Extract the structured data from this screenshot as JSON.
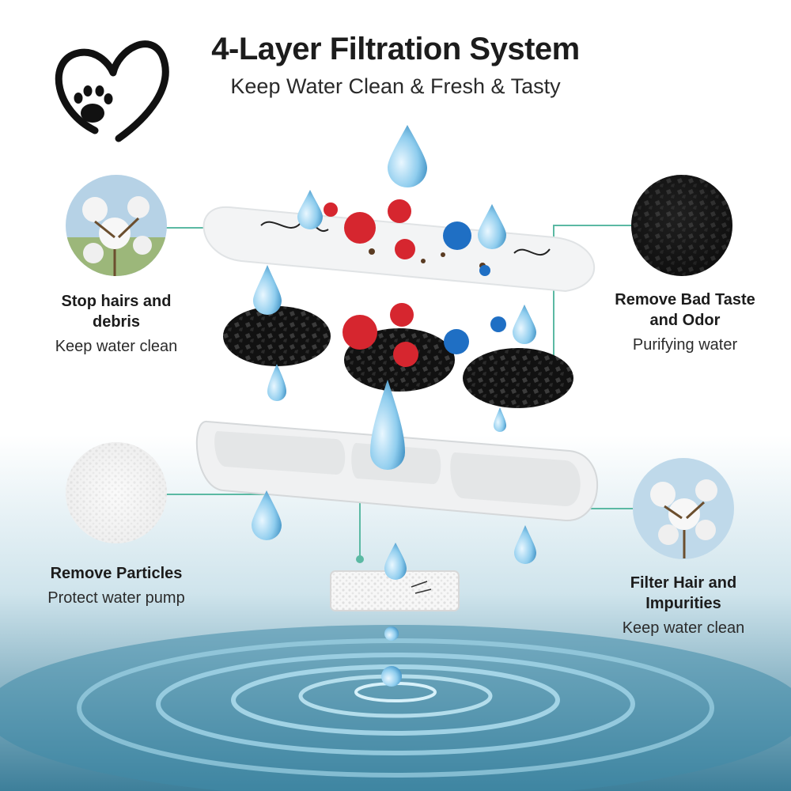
{
  "header": {
    "title": "4-Layer Filtration System",
    "subtitle": "Keep Water Clean & Fresh & Tasty"
  },
  "features": [
    {
      "title_line1": "Stop hairs and",
      "title_line2": "debris",
      "subtitle": "Keep water clean",
      "material": "cotton-icon"
    },
    {
      "title_line1": "Remove Bad Taste",
      "title_line2": "and Odor",
      "subtitle": "Purifying water",
      "material": "activated-carbon-icon"
    },
    {
      "title_line1": "Remove Particles",
      "title_line2": "",
      "subtitle": "Protect water pump",
      "material": "foam-icon"
    },
    {
      "title_line1": "Filter Hair and",
      "title_line2": "Impurities",
      "subtitle": "Keep water clean",
      "material": "cotton-icon"
    }
  ],
  "colors": {
    "connector": "#5bb9a3",
    "water": "#7fc3e6",
    "bacteria": "#d6262f",
    "particles": "#1f6fc4"
  }
}
